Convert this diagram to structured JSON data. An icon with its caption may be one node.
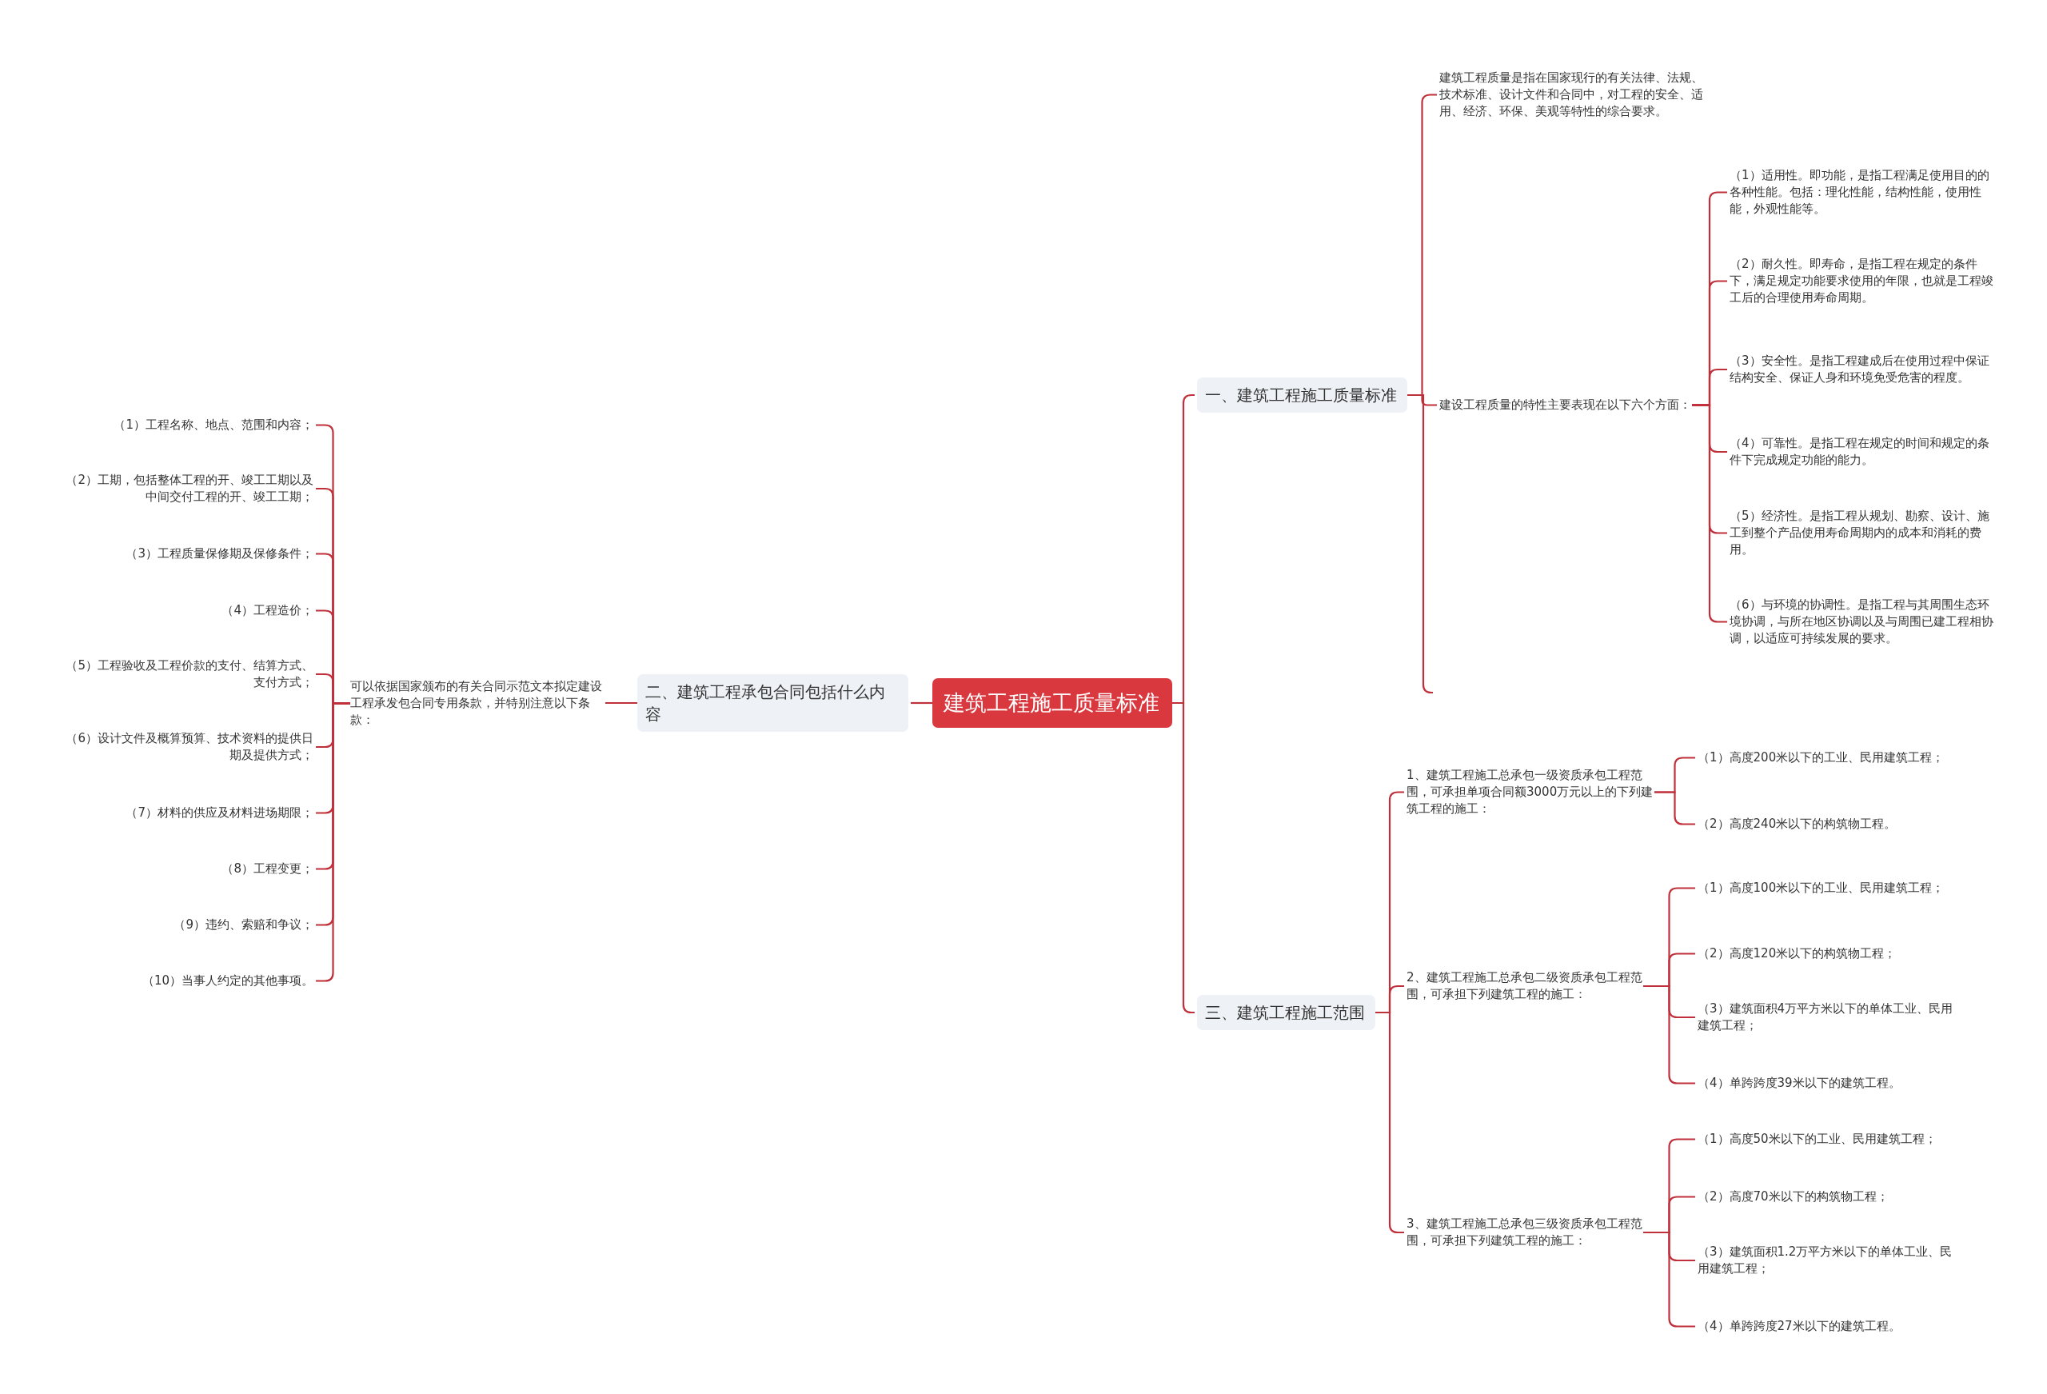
{
  "diagram": {
    "nodes": [
      {
        "text": [
          "建筑工程施工质量标准"
        ]
      },
      {
        "text": [
          "一、建筑工程施工质量标准"
        ]
      },
      {
        "text": [
          "建筑工程质量是指在国家现行的有关法律、法规、技术标准、设计文件和合同中，对工程的安全、适用、经济、环保、美观等特性的综合要求。"
        ]
      },
      {
        "text": [
          "建设工程质量的特性主要表现在以下六个方面："
        ]
      },
      {
        "text": [
          "（1）适用性。即功能，是指工程满足使用目的的各种性能。包括：理化性能，结构性能，使用性能，外观性能等。"
        ]
      },
      {
        "text": [
          "（2）耐久性。即寿命，是指工程在规定的条件下，满足规定功能要求使用的年限，也就是工程竣工后的合理使用寿命周期。"
        ]
      },
      {
        "text": [
          "（3）安全性。是指工程建成后在使用过程中保证结构安全、保证人身和环境免受危害的程度。"
        ]
      },
      {
        "text": [
          "（4）可靠性。是指工程在规定的时间和规定的条件下完成规定功能的能力。"
        ]
      },
      {
        "text": [
          "（5）经济性。是指工程从规划、勘察、设计、施工到整个产品使用寿命周期内的成本和消耗的费用。"
        ]
      },
      {
        "text": [
          "（6）与环境的协调性。是指工程与其周围生态环境协调，与所在地区协调以及与周围已建工程相协调，以适应可持续发展的要求。"
        ]
      },
      {
        "text": [
          "二、建筑工程承包合同包括什么内容"
        ]
      },
      {
        "text": [
          "可以依据国家颁布的有关合同示范文本拟定建设工程承发包合同专用条款，并特别注意以下条款："
        ]
      },
      {
        "text": [
          "（1）工程名称、地点、范围和内容；"
        ]
      },
      {
        "text": [
          "（2）工期，包括整体工程的开、竣工工期以及中间交付工程的开、竣工工期；"
        ]
      },
      {
        "text": [
          "（3）工程质量保修期及保修条件；"
        ]
      },
      {
        "text": [
          "（4）工程造价；"
        ]
      },
      {
        "text": [
          "（5）工程验收及工程价款的支付、结算方式、支付方式；"
        ]
      },
      {
        "text": [
          "（6）设计文件及概算预算、技术资料的提供日期及提供方式；"
        ]
      },
      {
        "text": [
          "（7）材料的供应及材料进场期限；"
        ]
      },
      {
        "text": [
          "（8）工程变更；"
        ]
      },
      {
        "text": [
          "（9）违约、索赔和争议；"
        ]
      },
      {
        "text": [
          "（10）当事人约定的其他事项。"
        ]
      },
      {
        "text": [
          "三、建筑工程施工范围"
        ]
      },
      {
        "text": [
          "1、建筑工程施工总承包一级资质承包工程范围，可承担单项合同额3000万元以上的下列建筑工程的施工："
        ]
      },
      {
        "text": [
          "（1）高度200米以下的工业、民用建筑工程；"
        ]
      },
      {
        "text": [
          "（2）高度240米以下的构筑物工程。"
        ]
      },
      {
        "text": [
          "2、建筑工程施工总承包二级资质承包工程范围，可承担下列建筑工程的施工："
        ]
      },
      {
        "text": [
          "（1）高度100米以下的工业、民用建筑工程；"
        ]
      },
      {
        "text": [
          "（2）高度120米以下的构筑物工程；"
        ]
      },
      {
        "text": [
          "（3）建筑面积4万平方米以下的单体工业、民用建筑工程；"
        ]
      },
      {
        "text": [
          "（4）单跨跨度39米以下的建筑工程。"
        ]
      },
      {
        "text": [
          "3、建筑工程施工总承包三级资质承包工程范围，可承担下列建筑工程的施工："
        ]
      },
      {
        "text": [
          "（1）高度50米以下的工业、民用建筑工程；"
        ]
      },
      {
        "text": [
          "（2）高度70米以下的构筑物工程；"
        ]
      },
      {
        "text": [
          "（3）建筑面积1.2万平方米以下的单体工业、民用建筑工程；"
        ]
      },
      {
        "text": [
          "（4）单跨跨度27米以下的建筑工程。"
        ]
      }
    ],
    "edges": [
      {
        "from": 0,
        "to": 1,
        "arrow": "none"
      },
      {
        "from": 1,
        "to": 2,
        "arrow": "none"
      },
      {
        "from": 1,
        "to": 3,
        "arrow": "none"
      },
      {
        "from": 3,
        "to": 4,
        "arrow": "none"
      },
      {
        "from": 3,
        "to": 5,
        "arrow": "none"
      },
      {
        "from": 3,
        "to": 6,
        "arrow": "none"
      },
      {
        "from": 3,
        "to": 7,
        "arrow": "none"
      },
      {
        "from": 3,
        "to": 8,
        "arrow": "none"
      },
      {
        "from": 3,
        "to": 9,
        "arrow": "none"
      },
      {
        "from": 1,
        "to": null,
        "arrow": "none"
      },
      {
        "from": 0,
        "to": 10,
        "arrow": "none"
      },
      {
        "from": 10,
        "to": 11,
        "arrow": "none"
      },
      {
        "from": 11,
        "to": 12,
        "arrow": "none"
      },
      {
        "from": 11,
        "to": 13,
        "arrow": "none"
      },
      {
        "from": 11,
        "to": 14,
        "arrow": "none"
      },
      {
        "from": 11,
        "to": 15,
        "arrow": "none"
      },
      {
        "from": 11,
        "to": 16,
        "arrow": "none"
      },
      {
        "from": 11,
        "to": 17,
        "arrow": "none"
      },
      {
        "from": 11,
        "to": 18,
        "arrow": "none"
      },
      {
        "from": 11,
        "to": 19,
        "arrow": "none"
      },
      {
        "from": 11,
        "to": 20,
        "arrow": "none"
      },
      {
        "from": 11,
        "to": 21,
        "arrow": "none"
      },
      {
        "from": 0,
        "to": 22,
        "arrow": "none"
      },
      {
        "from": 22,
        "to": 23,
        "arrow": "none"
      },
      {
        "from": 23,
        "to": 24,
        "arrow": "none"
      },
      {
        "from": 23,
        "to": 25,
        "arrow": "none"
      },
      {
        "from": 22,
        "to": 26,
        "arrow": "none"
      },
      {
        "from": 26,
        "to": 27,
        "arrow": "none"
      },
      {
        "from": 26,
        "to": 28,
        "arrow": "none"
      },
      {
        "from": 26,
        "to": 29,
        "arrow": "none"
      },
      {
        "from": 26,
        "to": 30,
        "arrow": "none"
      },
      {
        "from": 22,
        "to": 31,
        "arrow": "none"
      },
      {
        "from": 31,
        "to": 32,
        "arrow": "none"
      },
      {
        "from": 31,
        "to": 33,
        "arrow": "none"
      },
      {
        "from": 31,
        "to": 34,
        "arrow": "none"
      },
      {
        "from": 31,
        "to": 35,
        "arrow": "none"
      }
    ]
  }
}
